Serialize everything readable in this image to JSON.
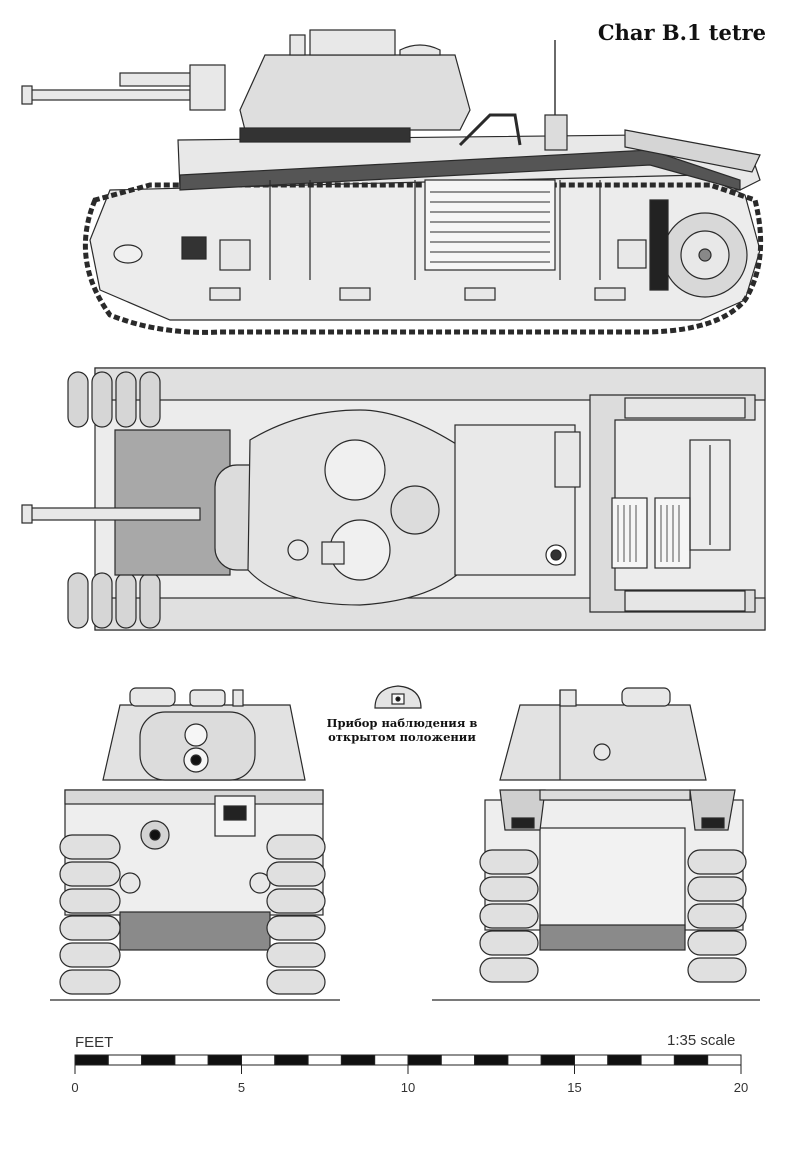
{
  "title": "Char B.1 tetre",
  "caption": {
    "line1": "Прибор наблюдения в",
    "line2": "открытом положении"
  },
  "scale_bar": {
    "unit_label": "FEET",
    "scale_label": "1:35 scale",
    "ticks": [
      "0",
      "5",
      "10",
      "15",
      "20"
    ]
  },
  "colors": {
    "line": "#2a2a2a",
    "fill_light": "#e8e8e8",
    "fill_mid": "#c8c8c8",
    "fill_dark": "#8a8a8a",
    "fill_black": "#111111"
  }
}
